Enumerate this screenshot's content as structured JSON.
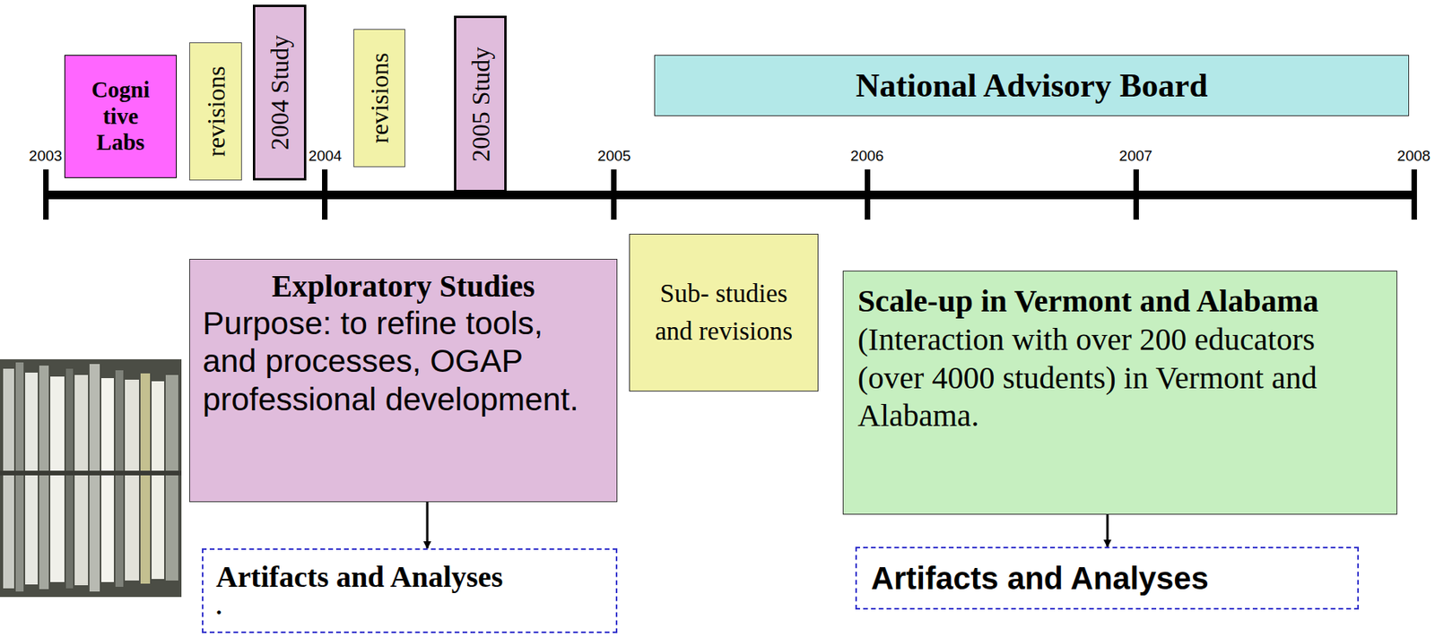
{
  "diagram": {
    "nodes": [
      {
        "text": [
          "Cogni tive Labs"
        ]
      },
      {
        "text": [
          "revisions"
        ]
      },
      {
        "text": [
          "2004 Study"
        ]
      },
      {
        "text": [
          "revisions"
        ]
      },
      {
        "text": [
          "2005 Study"
        ]
      },
      {
        "text": [
          "National Advisory Board"
        ]
      },
      {
        "text": [
          "Sub- studies and revisions"
        ]
      },
      {
        "text": [
          "Exploratory Studies",
          "Purpose: to refine tools, and processes, OGAP professional development."
        ]
      },
      {
        "text": [
          "Scale-up in Vermont and Alabama",
          "(Interaction with over 200 educators (over 4000 students) in Vermont and Alabama."
        ]
      },
      {
        "text": [
          "Artifacts and Analyses",
          "."
        ]
      },
      {
        "text": [
          "Artifacts and Analyses"
        ]
      }
    ],
    "edges": [
      {
        "from": 7,
        "to": 9,
        "arrow": "to"
      },
      {
        "from": 8,
        "to": 10,
        "arrow": "to"
      }
    ],
    "labels": [
      "2003",
      "2004",
      "2005",
      "2006",
      "2007",
      "2008"
    ]
  }
}
